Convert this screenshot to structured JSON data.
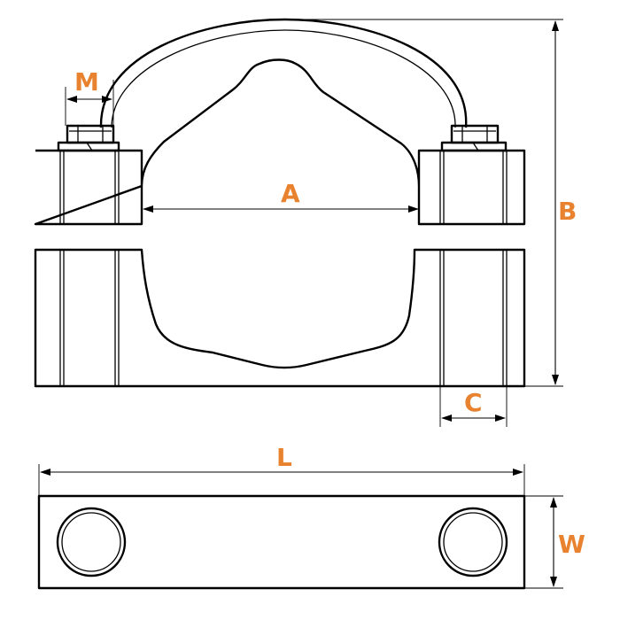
{
  "labels": {
    "m": "M",
    "a": "A",
    "b": "B",
    "c": "C",
    "l": "L",
    "w": "W"
  },
  "colors": {
    "label": "#e8822e",
    "line": "#000000",
    "background": "#ffffff"
  }
}
